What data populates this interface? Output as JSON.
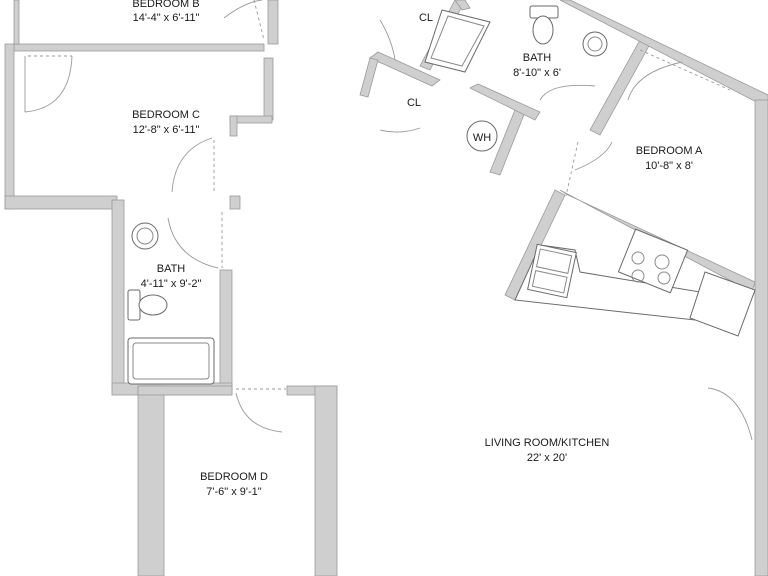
{
  "rooms": {
    "bedroom_b": {
      "name": "BEDROOM B",
      "size": "14'-4\" x 6'-11\""
    },
    "bedroom_c": {
      "name": "BEDROOM C",
      "size": "12'-8\" x 6'-11\""
    },
    "bath_left": {
      "name": "BATH",
      "size": "4'-11\" x 9'-2\""
    },
    "bedroom_d": {
      "name": "BEDROOM D",
      "size": "7'-6\" x 9'-1\""
    },
    "bath_top": {
      "name": "BATH",
      "size": "8'-10\" x 6'"
    },
    "bedroom_a": {
      "name": "BEDROOM A",
      "size": "10'-8\" x 8'"
    },
    "living": {
      "name": "LIVING ROOM/KITCHEN",
      "size": "22' x 20'"
    }
  },
  "closets": {
    "cl_top": "CL",
    "cl_mid": "CL"
  },
  "water_heater": "WH",
  "colors": {
    "wall_fill": "#cfcfcf",
    "wall_stroke": "#9a9a9a",
    "fixture_stroke": "#6a6a6a",
    "text": "#1a1a1a"
  }
}
